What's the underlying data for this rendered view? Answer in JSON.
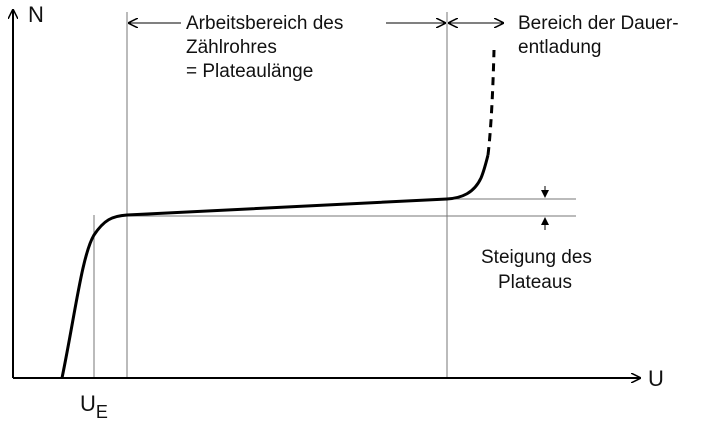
{
  "axes": {
    "y_label": "N",
    "x_label": "U",
    "x_tick_main": "U",
    "x_tick_sub": "E"
  },
  "annotations": {
    "working_range": [
      "Arbeitsbereich des",
      "Zählrohres",
      "= Plateaulänge"
    ],
    "continuous_discharge": [
      "Bereich der Dauer-",
      "entladung"
    ],
    "plateau_slope": [
      "Steigung des",
      "Plateaus"
    ]
  },
  "colors": {
    "curve": "#000000",
    "guide_lines": "#777777",
    "text": "#111111"
  }
}
